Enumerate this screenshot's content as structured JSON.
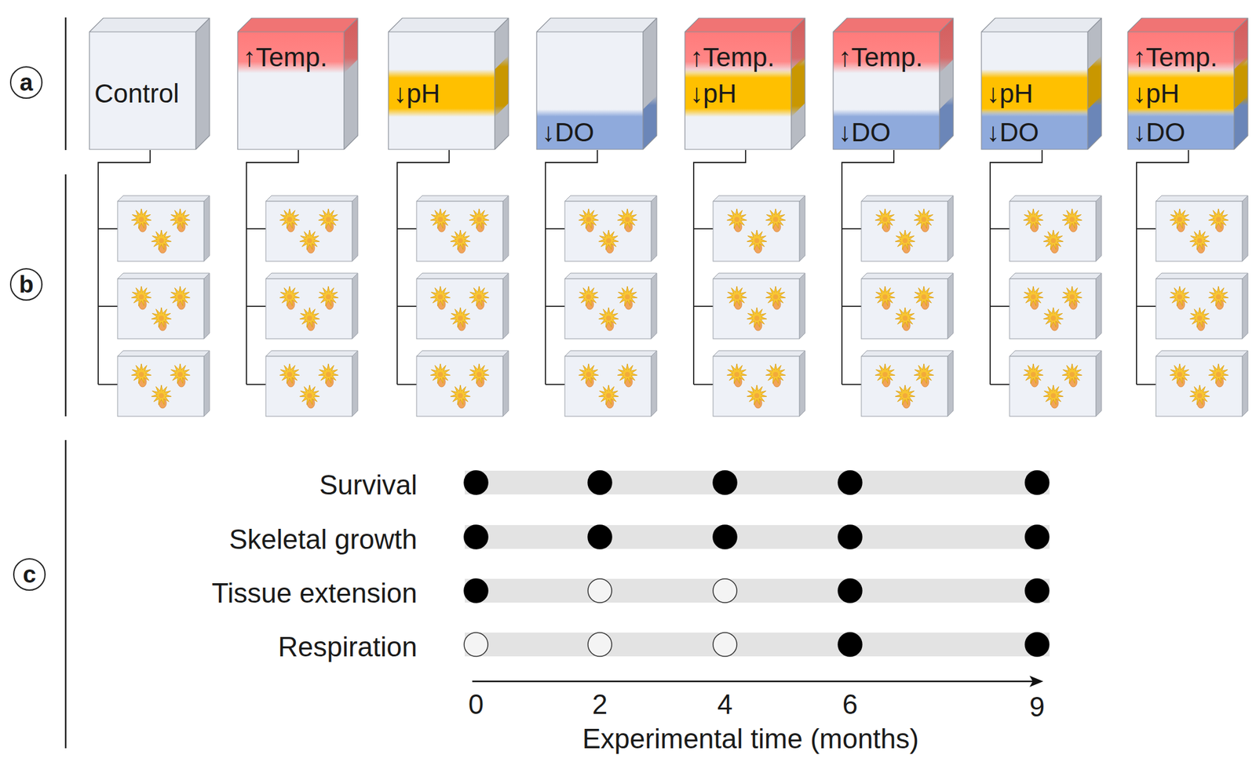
{
  "diagram": {
    "nodes": [
      {
        "text": [
          "a"
        ]
      },
      {
        "text": [
          "Control"
        ]
      },
      {
        "text": [
          "↑Temp."
        ]
      },
      {
        "text": [
          "↓pH"
        ]
      },
      {
        "text": [
          "↓DO"
        ]
      },
      {
        "text": [
          "↑Temp.",
          "↓pH"
        ]
      },
      {
        "text": [
          "↑Temp.",
          "↓DO"
        ]
      },
      {
        "text": [
          "↓pH",
          "↓DO"
        ]
      },
      {
        "text": [
          "↑Temp.",
          "↓pH",
          "↓DO"
        ]
      },
      {
        "text": [
          "b"
        ]
      },
      {
        "text": [
          "c"
        ]
      }
    ],
    "labels": [
      "Survival",
      "Skeletal growth",
      "Tissue extension",
      "Respiration",
      "0",
      "2",
      "4",
      "6",
      "9",
      "Experimental time (months)"
    ]
  }
}
